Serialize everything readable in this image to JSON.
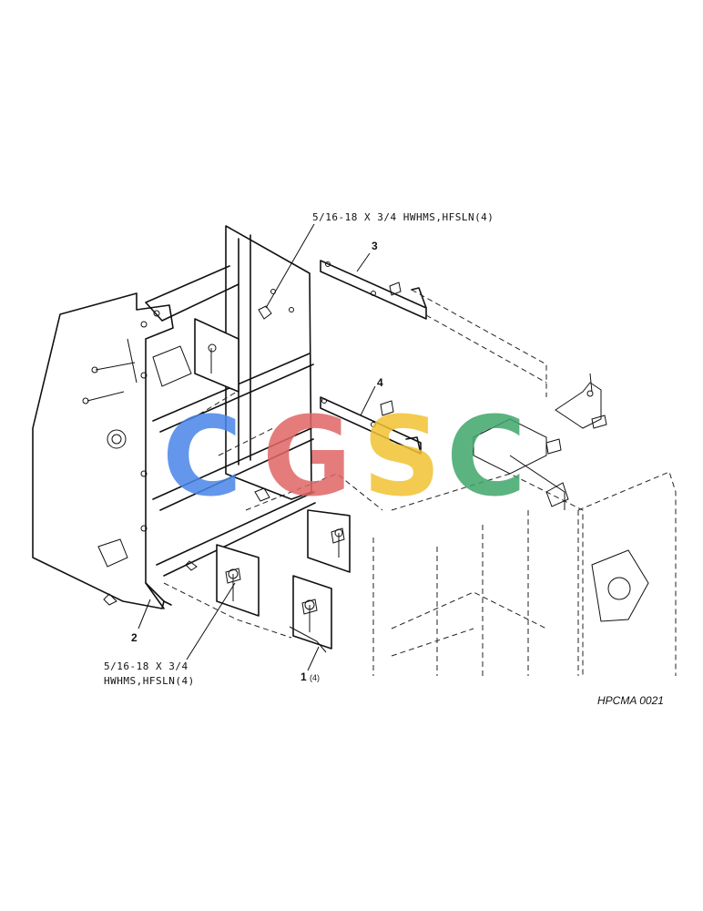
{
  "labels": {
    "callout_top": "5/16-18 X 3/4 HWHMS,HFSLN(4)",
    "callout_bottom_line1": "5/16-18 X 3/4",
    "callout_bottom_line2": "HWHMS,HFSLN(4)",
    "item_1": "1",
    "item_1_qty": "(4)",
    "item_2": "2",
    "item_3": "3",
    "item_4": "4",
    "figure_ref": "HPCMA 0021"
  },
  "watermark": {
    "letters": [
      "C",
      "G",
      "S",
      "C"
    ],
    "colors": [
      "#4a86e8",
      "#e06666",
      "#f1c232",
      "#3fa66b"
    ]
  }
}
